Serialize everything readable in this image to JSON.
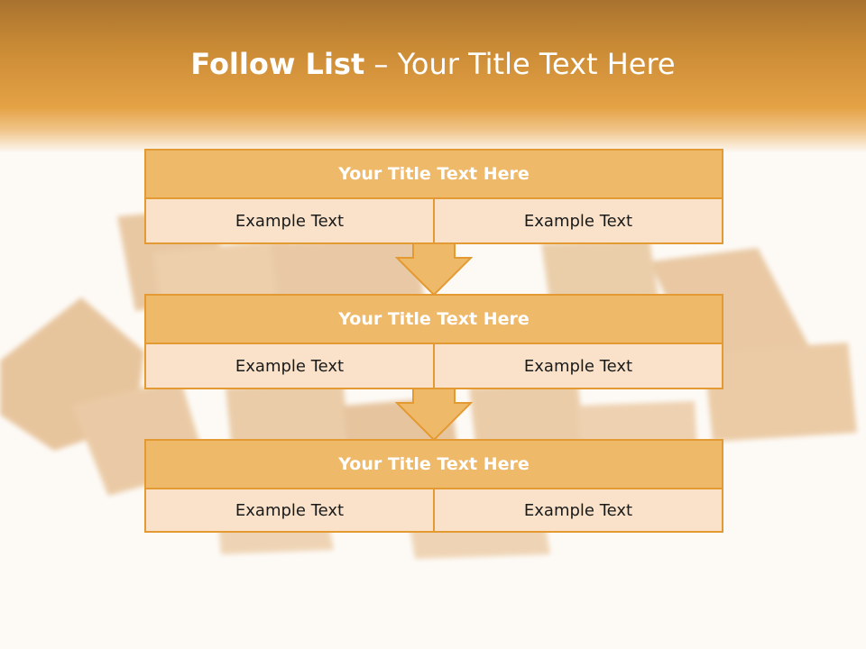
{
  "slide": {
    "title_bold": "Follow List",
    "title_rest": " – Your Title Text Here"
  },
  "steps": [
    {
      "title": "Your Title Text Here",
      "left": "Example Text",
      "right": "Example Text"
    },
    {
      "title": "Your Title Text Here",
      "left": "Example Text",
      "right": "Example Text"
    },
    {
      "title": "Your Title Text Here",
      "left": "Example Text",
      "right": "Example Text"
    }
  ],
  "colors": {
    "accent": "#e39a32",
    "header_fill": "#efb96a",
    "cell_fill": "#f9e2c9"
  }
}
